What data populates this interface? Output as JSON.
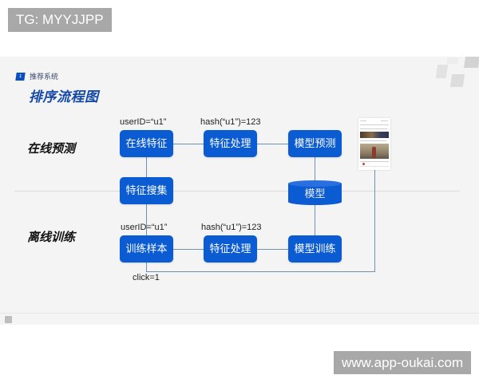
{
  "watermarks": {
    "top": "TG: MYYJJPP",
    "bottom": "www.app-oukai.com"
  },
  "slide": {
    "section": {
      "badge": "1",
      "label": "推荐系统"
    },
    "title": "排序流程图",
    "rows": {
      "online": "在线预测",
      "offline": "离线训练"
    },
    "online_flow": {
      "feature_online": "在线特征",
      "feature_process": "特征处理",
      "model_predict": "模型预测",
      "annotation_userid": "userID=“u1”",
      "annotation_hash": "hash(“u1”)=123"
    },
    "shared": {
      "feature_collect": "特征搜集",
      "model_store": "模型"
    },
    "offline_flow": {
      "training_sample": "训练样本",
      "feature_process": "特征处理",
      "model_train": "模型训练",
      "annotation_userid": "userID=“u1”",
      "annotation_hash": "hash(“u1”)=123",
      "annotation_click": "click=1"
    },
    "colors": {
      "box": "#0b5bd3",
      "title": "#1448a8",
      "connector": "#6f8fb5",
      "background": "#f4f4f4"
    },
    "phone_mockup": {
      "icon": "phone-feed-screenshot"
    }
  }
}
